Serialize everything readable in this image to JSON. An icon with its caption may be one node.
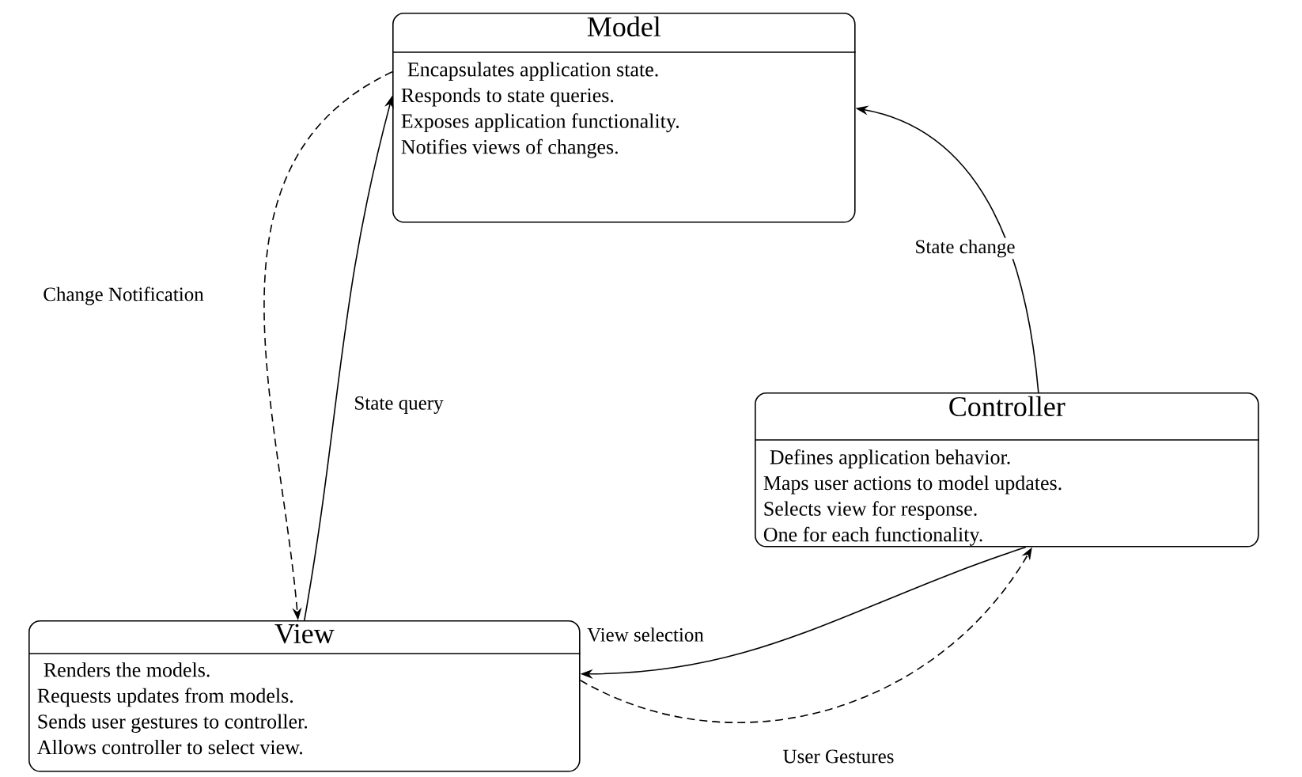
{
  "diagram": {
    "nodes": [
      {
        "text": [
          "Model",
          "Encapsulates application state.",
          "Responds to state queries.",
          "Exposes application functionality.",
          "Notifies views of changes."
        ]
      },
      {
        "text": [
          "View",
          "Renders the models.",
          "Requests updates from models.",
          "Sends user gestures to controller.",
          "Allows controller to select view."
        ]
      },
      {
        "text": [
          "Controller",
          "Defines application behavior.",
          "Maps user actions to model updates.",
          "Selects view for response.",
          "One for each functionality."
        ]
      }
    ],
    "edges": [
      {
        "from": 0,
        "to": 1,
        "arrow": "to",
        "style": "dashed",
        "label": "Change Notification"
      },
      {
        "from": 1,
        "to": 0,
        "arrow": "to",
        "label": "State query"
      },
      {
        "from": 2,
        "to": 0,
        "arrow": "to",
        "label": "State change"
      },
      {
        "from": 2,
        "to": 1,
        "arrow": "to",
        "label": "View selection"
      },
      {
        "from": 1,
        "to": 2,
        "arrow": "to",
        "style": "dashed",
        "label": "User Gestures"
      }
    ]
  }
}
